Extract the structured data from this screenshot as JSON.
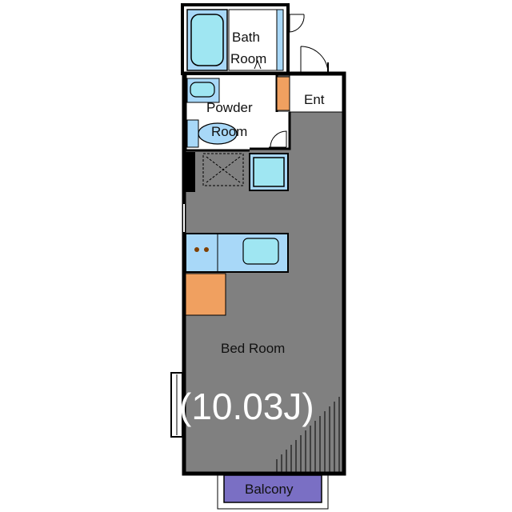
{
  "rooms": {
    "bath_line1": "Bath",
    "bath_line2": "Room",
    "powder_line1": "Powder",
    "powder_line2": "Room",
    "entrance": "Ent",
    "bedroom": "Bed Room",
    "bedroom_size": "(10.03J)",
    "balcony": "Balcony"
  },
  "colors": {
    "wall": "#000000",
    "bedroom_floor": "#808080",
    "wet_area_floor": "#ffffff",
    "fixture_blue": "#a8d8f8",
    "fixture_cyan": "#9fe6f2",
    "closet_orange": "#f0a060",
    "balcony_purple": "#7a6fc4",
    "size_text": "#ffffff"
  }
}
